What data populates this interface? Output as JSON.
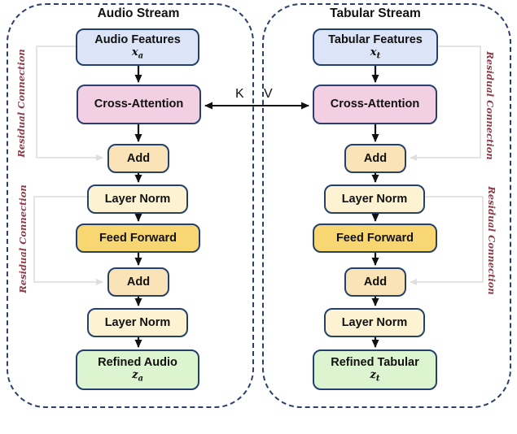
{
  "figure": {
    "audio": {
      "title": "Audio Stream",
      "features": {
        "label": "Audio Features",
        "var": "x",
        "sub": "a"
      },
      "cross_attention": "Cross-Attention",
      "add": "Add",
      "layer_norm": "Layer Norm",
      "feed_forward": "Feed Forward",
      "refined": {
        "label": "Refined Audio",
        "var": "z",
        "sub": "a"
      }
    },
    "tabular": {
      "title": "Tabular Stream",
      "features": {
        "label": "Tabular Features",
        "var": "x",
        "sub": "t"
      },
      "cross_attention": "Cross-Attention",
      "add": "Add",
      "layer_norm": "Layer Norm",
      "feed_forward": "Feed Forward",
      "refined": {
        "label": "Refined Tabular",
        "var": "z",
        "sub": "t"
      }
    },
    "attention_link": {
      "k": "K",
      "v": "V"
    },
    "residual_label": "Residual Connection",
    "colors": {
      "container_border": "#2c3f6b",
      "node_border": "#24406e",
      "features_fill": "#dbe5f7",
      "cross_attention_fill": "#f3cfe3",
      "add_fill": "#fae3b7",
      "layer_norm_fill": "#fdf3d3",
      "feed_forward_fill": "#f8d671",
      "refined_fill": "#dcf5d0",
      "residual_text": "#8e3b49",
      "residual_line": "#e0e0e0",
      "arrow": "#111111"
    }
  }
}
